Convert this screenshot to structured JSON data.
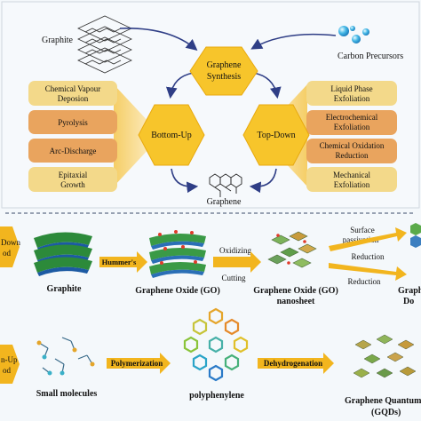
{
  "top": {
    "graphite_label": "Graphite",
    "precursors_label": "Carbon Precursors",
    "center": {
      "line1": "Graphene",
      "line2": "Synthesis"
    },
    "bottom_up": {
      "label": "Bottom-Up"
    },
    "top_down": {
      "label": "Top-Down"
    },
    "graphene_label": "Graphene",
    "left_methods": [
      {
        "line1": "Chemical Vapour",
        "line2": "Deposion",
        "color": "#f3d98a"
      },
      {
        "line1": "Pyrolysis",
        "line2": "",
        "color": "#e9a45e"
      },
      {
        "line1": "Arc-Discharge",
        "line2": "",
        "color": "#e9a45e"
      },
      {
        "line1": "Epitaxial",
        "line2": "Growth",
        "color": "#f3d98a"
      }
    ],
    "right_methods": [
      {
        "line1": "Liquid Phase",
        "line2": "Exfoliation",
        "color": "#f3d98a"
      },
      {
        "line1": "Electrochemical",
        "line2": "Exfoliation",
        "color": "#e9a45e"
      },
      {
        "line1": "Chemical Oxidation",
        "line2": "Reduction",
        "color": "#e9a45e"
      },
      {
        "line1": "Mechanical",
        "line2": "Exfoliation",
        "color": "#f3d98a"
      }
    ]
  },
  "row1": {
    "side_line1": "Down",
    "side_line2": "od",
    "graphite_label": "Graphite",
    "arrow1_label": "Hummer's",
    "go_label": "Graphene Oxide (GO)",
    "arrow2_label_top": "Oxidizing",
    "arrow2_label_bottom": "Cutting",
    "sheet_line1": "Graphene Oxide (GO)",
    "sheet_line2": "nanosheet",
    "surface_line1": "Surface",
    "surface_line2": "passivation",
    "reduction_label": "Reduction",
    "reduction2_label": "Reduction",
    "edge_line1": "Graph",
    "edge_line2": "Do"
  },
  "row2": {
    "side_line1": "n-Up",
    "side_line2": "od",
    "small_label": "Small molecules",
    "poly_arrow_label": "Polymerization",
    "poly_label": "polyphenylene",
    "dehydro_label": "Dehydrogenation",
    "gqd_line1": "Graphene Quantum D",
    "gqd_line2": "(GQDs)"
  },
  "colors": {
    "hex_yellow": "#f7c52b",
    "arrow_navy": "#2f3e86",
    "arrow_gold": "#f2b51e",
    "side_gold": "#f2b51e"
  }
}
